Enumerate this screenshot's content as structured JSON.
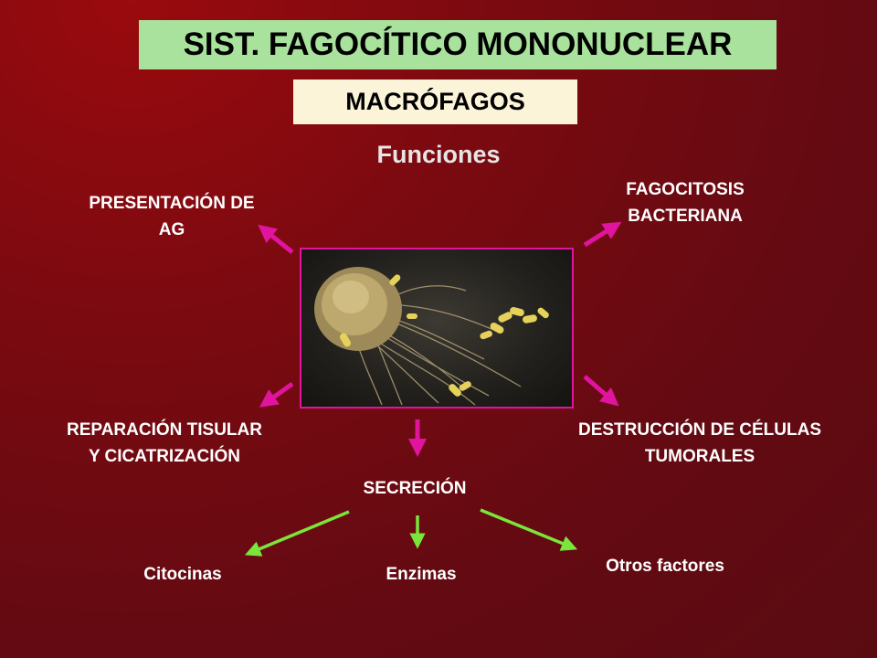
{
  "title": "SIST. FAGOCÍTICO MONONUCLEAR",
  "subtitle": "MACRÓFAGOS",
  "heading": "Funciones",
  "functions": {
    "presentacion": [
      "PRESENTACIÓN DE",
      "AG"
    ],
    "fagocitosis": [
      "FAGOCITOSIS",
      "BACTERIANA"
    ],
    "reparacion": [
      "REPARACIÓN  TISULAR",
      "Y CICATRIZACIÓN"
    ],
    "destruccion": [
      "DESTRUCCIÓN DE CÉLULAS",
      "TUMORALES"
    ],
    "secrecion": "SECRECIÓN"
  },
  "secretions": {
    "citocinas": "Citocinas",
    "enzimas": "Enzimas",
    "otros": "Otros factores"
  },
  "colors": {
    "background": "#6a0a12",
    "title_box": "#a8e29c",
    "subtitle_box": "#fbf4d8",
    "magenta_arrow": "#e0149e",
    "green_arrow": "#7ae63a"
  }
}
